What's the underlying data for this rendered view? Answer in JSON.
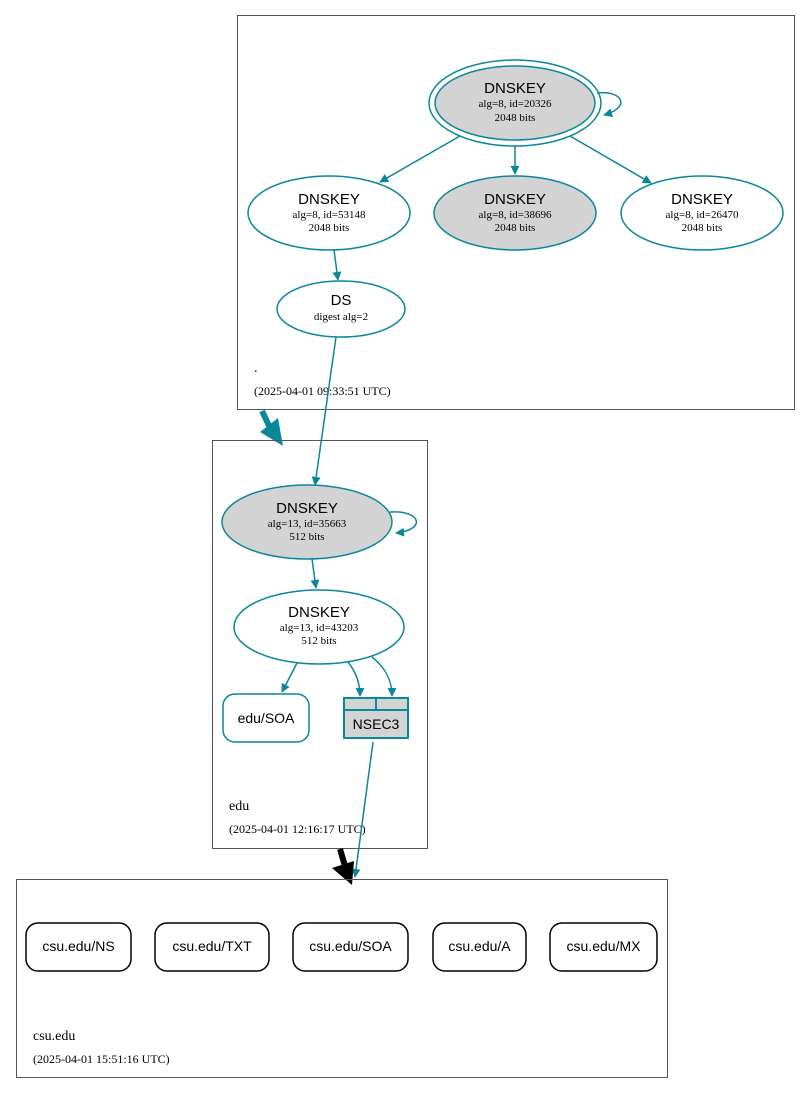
{
  "colors": {
    "edge": "#0a879a",
    "secure_fill": "#d3d3d3",
    "delegation_insecure": "#000000",
    "zone_border": "#555555"
  },
  "zones": {
    "root": {
      "name": ".",
      "timestamp": "(2025-04-01 09:33:51 UTC)"
    },
    "edu": {
      "name": "edu",
      "timestamp": "(2025-04-01 12:16:17 UTC)"
    },
    "csu": {
      "name": "csu.edu",
      "timestamp": "(2025-04-01 15:51:16 UTC)"
    }
  },
  "nodes": {
    "root_ksk": {
      "title": "DNSKEY",
      "line1": "alg=8, id=20326",
      "line2": "2048 bits"
    },
    "root_zsk1": {
      "title": "DNSKEY",
      "line1": "alg=8, id=53148",
      "line2": "2048 bits"
    },
    "root_zsk2": {
      "title": "DNSKEY",
      "line1": "alg=8, id=38696",
      "line2": "2048 bits"
    },
    "root_zsk3": {
      "title": "DNSKEY",
      "line1": "alg=8, id=26470",
      "line2": "2048 bits"
    },
    "root_ds": {
      "title": "DS",
      "line1": "digest alg=2"
    },
    "edu_ksk": {
      "title": "DNSKEY",
      "line1": "alg=13, id=35663",
      "line2": "512 bits"
    },
    "edu_zsk": {
      "title": "DNSKEY",
      "line1": "alg=13, id=43203",
      "line2": "512 bits"
    },
    "edu_soa": {
      "label": "edu/SOA"
    },
    "edu_nsec3": {
      "label": "NSEC3"
    }
  },
  "csu_records": [
    "csu.edu/NS",
    "csu.edu/TXT",
    "csu.edu/SOA",
    "csu.edu/A",
    "csu.edu/MX"
  ]
}
